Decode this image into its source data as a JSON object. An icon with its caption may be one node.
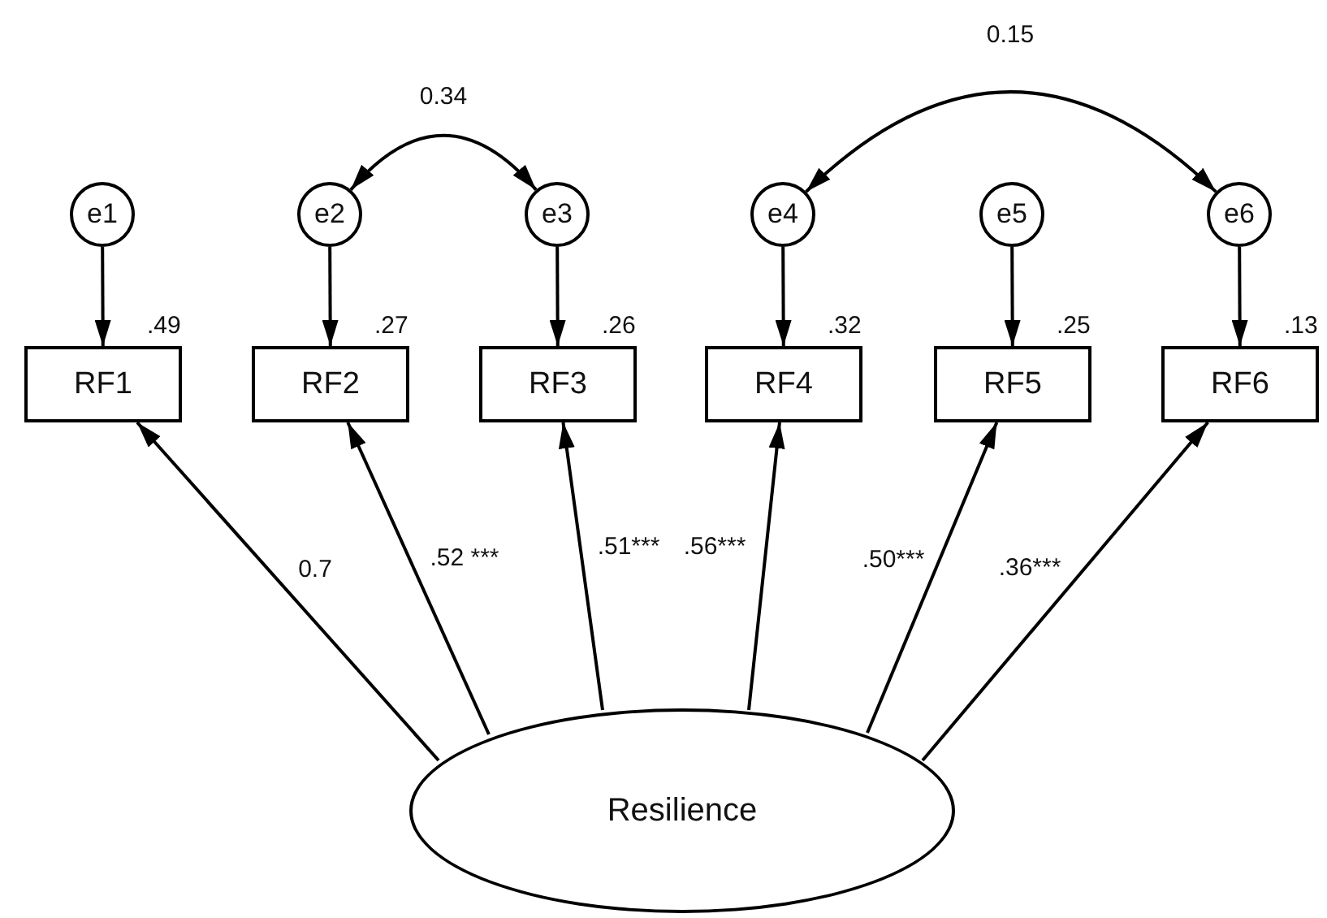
{
  "diagram": {
    "nodes": [
      {
        "text": [
          "e1"
        ]
      },
      {
        "text": [
          "e2"
        ]
      },
      {
        "text": [
          "e3"
        ]
      },
      {
        "text": [
          "e4"
        ]
      },
      {
        "text": [
          "e5"
        ]
      },
      {
        "text": [
          "e6"
        ]
      },
      {
        "text": [
          "RF1"
        ],
        "beside": [
          ".49"
        ]
      },
      {
        "text": [
          "RF2"
        ],
        "beside": [
          ".27"
        ]
      },
      {
        "text": [
          "RF3"
        ],
        "beside": [
          ".26"
        ]
      },
      {
        "text": [
          "RF4"
        ],
        "beside": [
          ".32"
        ]
      },
      {
        "text": [
          "RF5"
        ],
        "beside": [
          ".25"
        ]
      },
      {
        "text": [
          "RF6"
        ],
        "beside": [
          ".13"
        ]
      },
      {
        "text": [
          "Resilience"
        ]
      }
    ],
    "edges": [
      {
        "from": 0,
        "to": 6,
        "arrow": "to"
      },
      {
        "from": 1,
        "to": 7,
        "arrow": "to"
      },
      {
        "from": 2,
        "to": 8,
        "arrow": "to"
      },
      {
        "from": 3,
        "to": 9,
        "arrow": "to"
      },
      {
        "from": 4,
        "to": 10,
        "arrow": "to"
      },
      {
        "from": 5,
        "to": 11,
        "arrow": "to"
      },
      {
        "from": 12,
        "to": 6,
        "arrow": "to",
        "label": "0.7"
      },
      {
        "from": 12,
        "to": 7,
        "arrow": "to",
        "label": ".52 ***"
      },
      {
        "from": 12,
        "to": 8,
        "arrow": "to",
        "label": ".51***"
      },
      {
        "from": 12,
        "to": 9,
        "arrow": "to",
        "label": ".56***"
      },
      {
        "from": 12,
        "to": 10,
        "arrow": "to",
        "label": ".50***"
      },
      {
        "from": 12,
        "to": 11,
        "arrow": "to",
        "label": ".36***"
      },
      {
        "from": 1,
        "to": 2,
        "arrow": "both",
        "label": "0.34"
      },
      {
        "from": 3,
        "to": 5,
        "arrow": "both",
        "label": "0.15"
      }
    ]
  }
}
